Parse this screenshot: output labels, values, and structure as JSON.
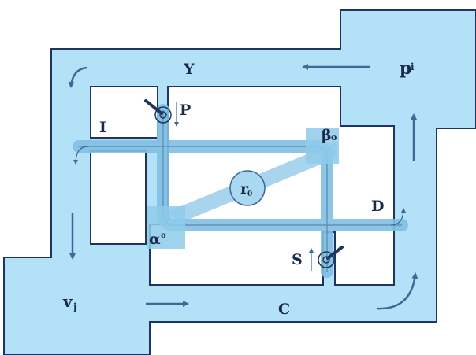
{
  "colors": {
    "channel_fill": "#b3e1f7",
    "channel_stroke": "#1f3560",
    "arrow": "#3f6896",
    "pipe_fill": "#9fd3ef",
    "pipe_stroke": "#5b88ad",
    "cone_fill": "#8cc6e8",
    "corner_fill": "#8ecbea",
    "label": "#1a2a4a"
  },
  "labels": {
    "Y": "Y",
    "P": "P",
    "I": "I",
    "beta": "β",
    "beta_sub": "o",
    "r": "r",
    "r_sub": "0",
    "D": "D",
    "alpha": "α",
    "alpha_sup": "o",
    "S": "S",
    "v": "v",
    "v_sub": "j",
    "C": "C",
    "p": "p",
    "p_sub": "i"
  }
}
